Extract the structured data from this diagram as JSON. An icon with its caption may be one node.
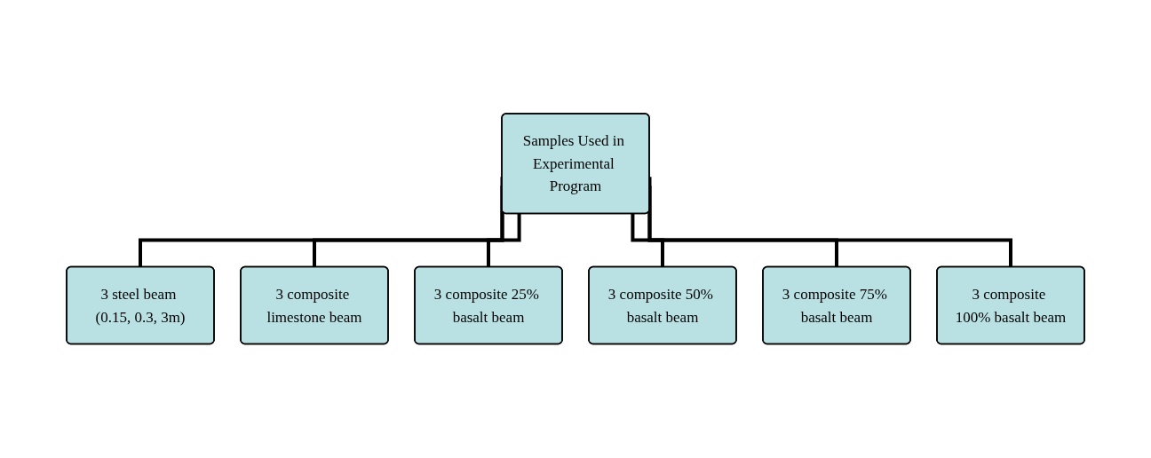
{
  "diagram": {
    "nodes": [
      {
        "text": [
          "Samples Used in Experimental Program"
        ]
      },
      {
        "text": [
          "3 steel beam (0.15, 0.3, 3m)"
        ]
      },
      {
        "text": [
          "3 composite limestone beam"
        ]
      },
      {
        "text": [
          "3 composite 25% basalt beam"
        ]
      },
      {
        "text": [
          "3 composite 50% basalt beam"
        ]
      },
      {
        "text": [
          "3 composite 75% basalt beam"
        ]
      },
      {
        "text": [
          "3 composite 100% basalt beam"
        ]
      }
    ],
    "edges": [
      {
        "from": 0,
        "to": 1,
        "arrow": "none"
      },
      {
        "from": 0,
        "to": 2,
        "arrow": "none"
      },
      {
        "from": 0,
        "to": 3,
        "arrow": "none"
      },
      {
        "from": 0,
        "to": 4,
        "arrow": "none"
      },
      {
        "from": 0,
        "to": 5,
        "arrow": "none"
      },
      {
        "from": 0,
        "to": 6,
        "arrow": "none"
      }
    ]
  }
}
